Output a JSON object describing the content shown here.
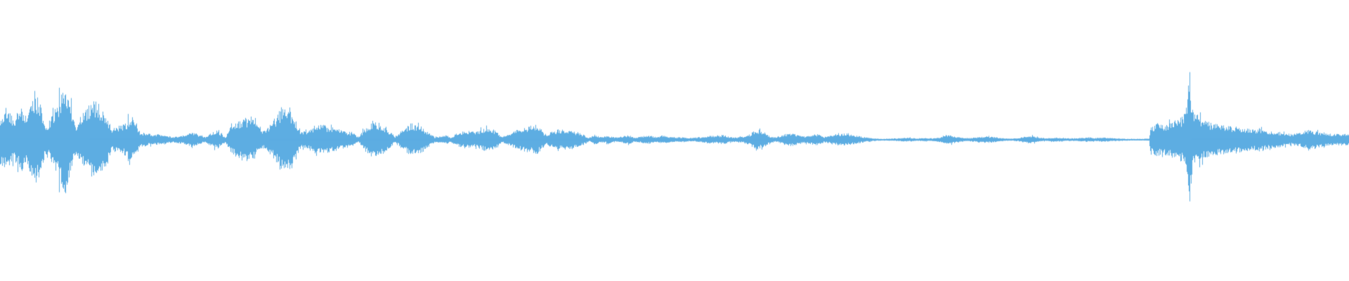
{
  "waveform": {
    "color": "#5DADE2",
    "background": "#FFFFFF",
    "center_fraction": 0.497,
    "envelope": [
      [
        0.0,
        0.09
      ],
      [
        0.006,
        0.11
      ],
      [
        0.01,
        0.07
      ],
      [
        0.015,
        0.12
      ],
      [
        0.02,
        0.09
      ],
      [
        0.024,
        0.14
      ],
      [
        0.028,
        0.16
      ],
      [
        0.031,
        0.1
      ],
      [
        0.034,
        0.05
      ],
      [
        0.04,
        0.1
      ],
      [
        0.045,
        0.17
      ],
      [
        0.049,
        0.2
      ],
      [
        0.052,
        0.14
      ],
      [
        0.056,
        0.05
      ],
      [
        0.061,
        0.09
      ],
      [
        0.066,
        0.13
      ],
      [
        0.071,
        0.14
      ],
      [
        0.078,
        0.1
      ],
      [
        0.083,
        0.04
      ],
      [
        0.088,
        0.05
      ],
      [
        0.093,
        0.06
      ],
      [
        0.097,
        0.09
      ],
      [
        0.101,
        0.06
      ],
      [
        0.104,
        0.025
      ],
      [
        0.108,
        0.025
      ],
      [
        0.113,
        0.018
      ],
      [
        0.118,
        0.02
      ],
      [
        0.123,
        0.015
      ],
      [
        0.128,
        0.01
      ],
      [
        0.133,
        0.014
      ],
      [
        0.138,
        0.018
      ],
      [
        0.143,
        0.028
      ],
      [
        0.148,
        0.016
      ],
      [
        0.152,
        0.01
      ],
      [
        0.157,
        0.025
      ],
      [
        0.161,
        0.035
      ],
      [
        0.164,
        0.02
      ],
      [
        0.167,
        0.01
      ],
      [
        0.17,
        0.04
      ],
      [
        0.176,
        0.07
      ],
      [
        0.182,
        0.08
      ],
      [
        0.188,
        0.07
      ],
      [
        0.194,
        0.03
      ],
      [
        0.198,
        0.04
      ],
      [
        0.204,
        0.08
      ],
      [
        0.209,
        0.12
      ],
      [
        0.214,
        0.11
      ],
      [
        0.219,
        0.07
      ],
      [
        0.223,
        0.03
      ],
      [
        0.227,
        0.032
      ],
      [
        0.233,
        0.05
      ],
      [
        0.239,
        0.055
      ],
      [
        0.245,
        0.045
      ],
      [
        0.252,
        0.038
      ],
      [
        0.258,
        0.028
      ],
      [
        0.263,
        0.02
      ],
      [
        0.266,
        0.01
      ],
      [
        0.27,
        0.04
      ],
      [
        0.276,
        0.065
      ],
      [
        0.282,
        0.06
      ],
      [
        0.288,
        0.035
      ],
      [
        0.293,
        0.01
      ],
      [
        0.299,
        0.04
      ],
      [
        0.305,
        0.06
      ],
      [
        0.311,
        0.055
      ],
      [
        0.317,
        0.03
      ],
      [
        0.322,
        0.01
      ],
      [
        0.327,
        0.012
      ],
      [
        0.331,
        0.016
      ],
      [
        0.334,
        0.008
      ],
      [
        0.339,
        0.025
      ],
      [
        0.345,
        0.032
      ],
      [
        0.352,
        0.028
      ],
      [
        0.358,
        0.038
      ],
      [
        0.363,
        0.045
      ],
      [
        0.368,
        0.03
      ],
      [
        0.372,
        0.01
      ],
      [
        0.377,
        0.02
      ],
      [
        0.383,
        0.035
      ],
      [
        0.39,
        0.045
      ],
      [
        0.396,
        0.05
      ],
      [
        0.401,
        0.04
      ],
      [
        0.405,
        0.015
      ],
      [
        0.409,
        0.03
      ],
      [
        0.415,
        0.038
      ],
      [
        0.422,
        0.035
      ],
      [
        0.428,
        0.028
      ],
      [
        0.434,
        0.015
      ],
      [
        0.437,
        0.006
      ],
      [
        0.441,
        0.018
      ],
      [
        0.446,
        0.01
      ],
      [
        0.451,
        0.014
      ],
      [
        0.456,
        0.008
      ],
      [
        0.461,
        0.012
      ],
      [
        0.466,
        0.016
      ],
      [
        0.471,
        0.008
      ],
      [
        0.476,
        0.012
      ],
      [
        0.481,
        0.015
      ],
      [
        0.486,
        0.01
      ],
      [
        0.491,
        0.015
      ],
      [
        0.496,
        0.01
      ],
      [
        0.501,
        0.008
      ],
      [
        0.506,
        0.01
      ],
      [
        0.511,
        0.006
      ],
      [
        0.516,
        0.008
      ],
      [
        0.521,
        0.01
      ],
      [
        0.526,
        0.015
      ],
      [
        0.531,
        0.012
      ],
      [
        0.536,
        0.018
      ],
      [
        0.541,
        0.01
      ],
      [
        0.546,
        0.008
      ],
      [
        0.551,
        0.012
      ],
      [
        0.556,
        0.02
      ],
      [
        0.561,
        0.038
      ],
      [
        0.566,
        0.03
      ],
      [
        0.571,
        0.012
      ],
      [
        0.576,
        0.008
      ],
      [
        0.581,
        0.018
      ],
      [
        0.586,
        0.025
      ],
      [
        0.591,
        0.018
      ],
      [
        0.596,
        0.012
      ],
      [
        0.601,
        0.018
      ],
      [
        0.606,
        0.02
      ],
      [
        0.611,
        0.01
      ],
      [
        0.616,
        0.015
      ],
      [
        0.621,
        0.02
      ],
      [
        0.626,
        0.022
      ],
      [
        0.632,
        0.018
      ],
      [
        0.638,
        0.012
      ],
      [
        0.643,
        0.008
      ],
      [
        0.648,
        0.005
      ],
      [
        0.655,
        0.003
      ],
      [
        0.662,
        0.004
      ],
      [
        0.668,
        0.006
      ],
      [
        0.674,
        0.007
      ],
      [
        0.68,
        0.005
      ],
      [
        0.686,
        0.006
      ],
      [
        0.692,
        0.005
      ],
      [
        0.698,
        0.01
      ],
      [
        0.703,
        0.018
      ],
      [
        0.708,
        0.012
      ],
      [
        0.713,
        0.008
      ],
      [
        0.719,
        0.006
      ],
      [
        0.725,
        0.01
      ],
      [
        0.731,
        0.012
      ],
      [
        0.737,
        0.01
      ],
      [
        0.743,
        0.006
      ],
      [
        0.749,
        0.004
      ],
      [
        0.755,
        0.006
      ],
      [
        0.76,
        0.012
      ],
      [
        0.765,
        0.014
      ],
      [
        0.77,
        0.008
      ],
      [
        0.776,
        0.005
      ],
      [
        0.782,
        0.008
      ],
      [
        0.788,
        0.006
      ],
      [
        0.794,
        0.005
      ],
      [
        0.8,
        0.006
      ],
      [
        0.806,
        0.008
      ],
      [
        0.812,
        0.006
      ],
      [
        0.818,
        0.008
      ],
      [
        0.824,
        0.006
      ],
      [
        0.83,
        0.004
      ],
      [
        0.836,
        0.003
      ],
      [
        0.842,
        0.003
      ],
      [
        0.848,
        0.003
      ],
      [
        0.852,
        0.004
      ],
      [
        0.853,
        0.045
      ],
      [
        0.858,
        0.06
      ],
      [
        0.864,
        0.055
      ],
      [
        0.87,
        0.07
      ],
      [
        0.876,
        0.08
      ],
      [
        0.88,
        0.12
      ],
      [
        0.882,
        0.29
      ],
      [
        0.884,
        0.11
      ],
      [
        0.888,
        0.09
      ],
      [
        0.893,
        0.07
      ],
      [
        0.898,
        0.06
      ],
      [
        0.904,
        0.055
      ],
      [
        0.91,
        0.048
      ],
      [
        0.916,
        0.05
      ],
      [
        0.922,
        0.042
      ],
      [
        0.928,
        0.04
      ],
      [
        0.934,
        0.038
      ],
      [
        0.94,
        0.035
      ],
      [
        0.946,
        0.03
      ],
      [
        0.952,
        0.025
      ],
      [
        0.958,
        0.02
      ],
      [
        0.964,
        0.025
      ],
      [
        0.97,
        0.038
      ],
      [
        0.976,
        0.03
      ],
      [
        0.982,
        0.025
      ],
      [
        0.988,
        0.02
      ],
      [
        0.994,
        0.022
      ],
      [
        1.0,
        0.02
      ]
    ]
  }
}
